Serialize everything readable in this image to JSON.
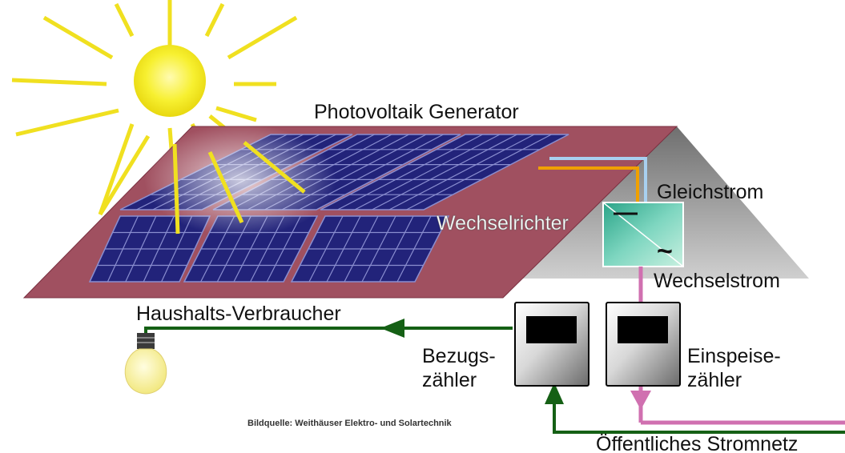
{
  "labels": {
    "generator": "Photovoltaik Generator",
    "direct_current": "Gleichstrom",
    "inverter": "Wechselrichter",
    "alternating_current": "Wechselstrom",
    "consumer": "Haushalts-Verbraucher",
    "purchase_meter": "Bezugs-\nzähler",
    "feed_in_meter": "Einspeise-\nzähler",
    "public_grid": "Öffentliches Stromnetz",
    "image_source": "Bildquelle: Weithäuser Elektro- und Solartechnik"
  },
  "inverter_symbols": {
    "dc": "—",
    "ac": "~"
  },
  "colors": {
    "sun": "#f5ee2a",
    "sun_rays": "#f0e020",
    "roof": "#a05060",
    "roof_gable": "#9a9a9a",
    "panel": "#22237a",
    "panel_grid": "#8a8ed0",
    "dc_wire_plus": "#a8d0f0",
    "dc_wire_minus": "#f0a000",
    "ac_wire_feed": "#d070b0",
    "ac_wire_consumer": "#156015",
    "inverter": "#48b8a0",
    "meter_body": "#c8c8c8",
    "meter_display": "#000000",
    "bulb": "#fdf7a8"
  },
  "icons": {
    "sun": "sun-icon",
    "bulb": "light-bulb-icon",
    "meter": "electricity-meter-icon",
    "inverter": "inverter-icon"
  }
}
